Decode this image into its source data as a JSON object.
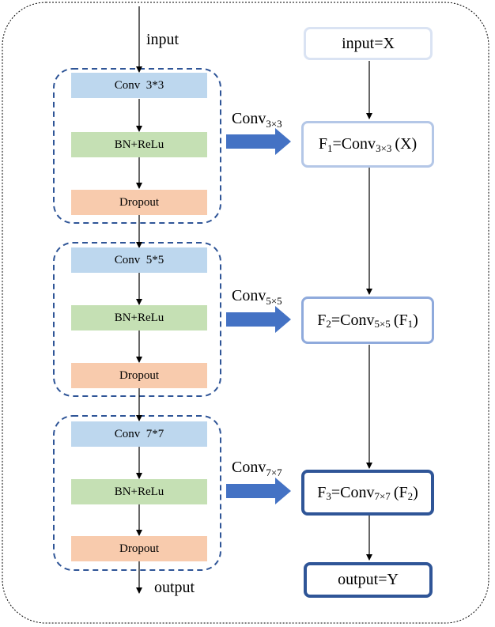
{
  "left": {
    "input_label": "input",
    "output_label": "output",
    "blocks": [
      {
        "conv": "Conv  3*3",
        "bn": "BN+ReLu",
        "dropout": "Dropout"
      },
      {
        "conv": "Conv  5*5",
        "bn": "BN+ReLu",
        "dropout": "Dropout"
      },
      {
        "conv": "Conv  7*7",
        "bn": "BN+ReLu",
        "dropout": "Dropout"
      }
    ]
  },
  "arrows": [
    {
      "base": "Conv",
      "sub": "3×3"
    },
    {
      "base": "Conv",
      "sub": "5×5"
    },
    {
      "base": "Conv",
      "sub": "7×7"
    }
  ],
  "right": {
    "input": "input=X",
    "output": "output=Y",
    "stages": [
      {
        "f": "F",
        "fsub": "1",
        "eq": "=Conv",
        "csub": "3×3",
        "arg": "(X)",
        "argsub": ""
      },
      {
        "f": "F",
        "fsub": "2",
        "eq": "=Conv",
        "csub": "5×5",
        "arg": "(F",
        "argsub": "1",
        "close": ")"
      },
      {
        "f": "F",
        "fsub": "3",
        "eq": "=Conv",
        "csub": "7×7",
        "arg": "(F",
        "argsub": "2",
        "close": ")"
      }
    ]
  },
  "colors": {
    "conv_fill": "#bdd7ee",
    "bn_fill": "#c5e0b4",
    "dropout_fill": "#f8cbad",
    "block_border": "#2f5597",
    "arrow_fill": "#4472c4",
    "stage1_border": "#b4c7e7",
    "stage2_border": "#8faadc",
    "stage3_border": "#2f5597"
  }
}
